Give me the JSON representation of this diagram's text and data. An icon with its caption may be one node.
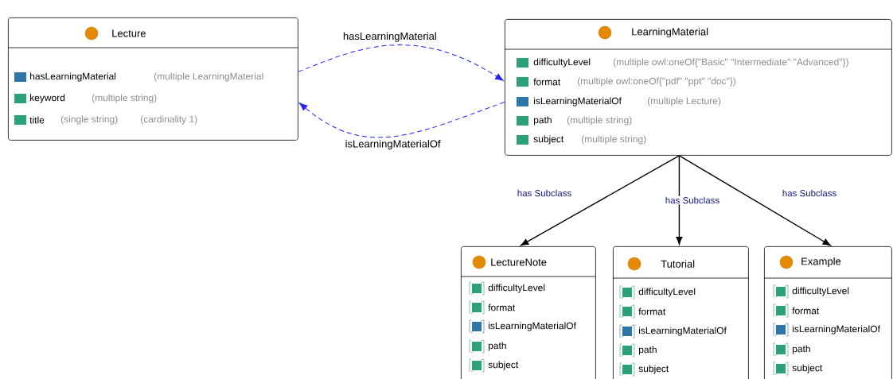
{
  "diagram": {
    "nodes": [
      {
        "text": [
          "Lecture",
          "hasLearningMaterial",
          "(multiple LearningMaterial",
          "keyword",
          "(multiple string)",
          "title",
          "(single string)",
          "(cardinality 1)"
        ]
      },
      {
        "text": [
          "LearningMaterial",
          "difficultyLevel",
          "(multiple owl:oneOf{\"Basic\" \"Intermediate\" \"Advanced\"})",
          "format",
          "(multiple owl:oneOf{\"pdf\" \"ppt\" \"doc\"})",
          "isLearningMaterialOf",
          "(multiple Lecture)",
          "path",
          "(multiple string)",
          "subject",
          "(multiple string)"
        ]
      },
      {
        "text": [
          "LectureNote",
          "difficultyLevel",
          "format",
          "isLearningMaterialOf",
          "path",
          "subject"
        ]
      },
      {
        "text": [
          "Tutorial",
          "difficultyLevel",
          "format",
          "isLearningMaterialOf",
          "path",
          "subject"
        ]
      },
      {
        "text": [
          "Example",
          "difficultyLevel",
          "format",
          "isLearningMaterialOf",
          "path",
          "subject"
        ]
      }
    ],
    "edges": [
      {
        "from": 0,
        "to": 1,
        "arrow": "to",
        "label": "hasLearningMaterial",
        "style": "dashed",
        "color": "#1f1fff"
      },
      {
        "from": 1,
        "to": 0,
        "arrow": "to",
        "label": "isLearningMaterialOf",
        "style": "dashed",
        "color": "#1f1fff"
      },
      {
        "from": 1,
        "to": 2,
        "arrow": "to",
        "label": "has Subclass"
      },
      {
        "from": 1,
        "to": 3,
        "arrow": "to",
        "label": "has Subclass"
      },
      {
        "from": 1,
        "to": 4,
        "arrow": "to",
        "label": "has Subclass"
      }
    ]
  }
}
